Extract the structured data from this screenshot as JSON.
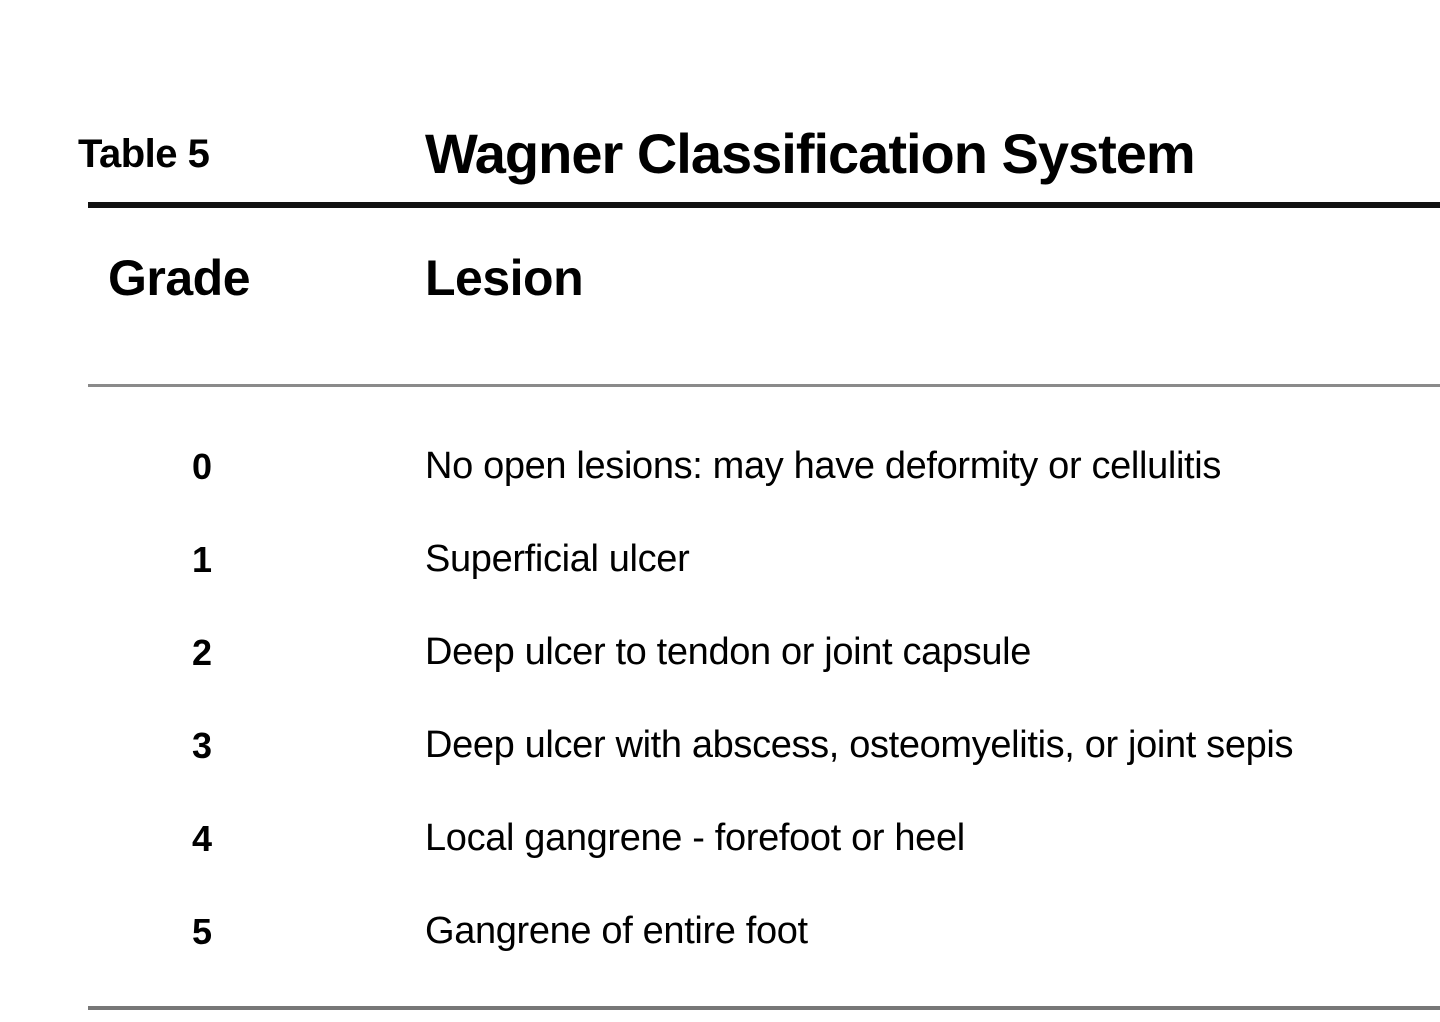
{
  "table": {
    "label": "Table 5",
    "title": "Wagner Classification System",
    "columns": {
      "grade": "Grade",
      "lesion": "Lesion"
    },
    "rows": [
      {
        "grade": "0",
        "lesion": "No open lesions: may have deformity or cellulitis"
      },
      {
        "grade": "1",
        "lesion": "Superficial ulcer"
      },
      {
        "grade": "2",
        "lesion": "Deep ulcer to tendon or joint capsule"
      },
      {
        "grade": "3",
        "lesion": "Deep ulcer with abscess, osteomyelitis, or joint sepis"
      },
      {
        "grade": "4",
        "lesion": "Local gangrene - forefoot or heel"
      },
      {
        "grade": "5",
        "lesion": "Gangrene of entire foot"
      }
    ]
  },
  "colors": {
    "background": "#ffffff",
    "text": "#000000",
    "rule_heavy": "#111111",
    "rule_light": "#8a8a8a",
    "rule_bottom": "#777777"
  }
}
